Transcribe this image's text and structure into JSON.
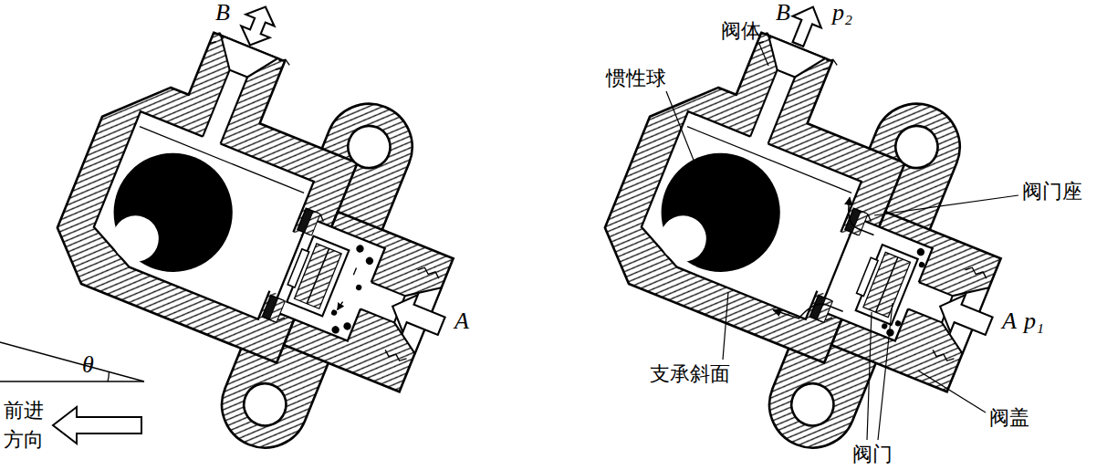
{
  "diagram": {
    "labels": [
      "B",
      "θ",
      "前进 方向",
      "A",
      "阀体",
      "B",
      "p₂",
      "惯性球",
      "阀门座",
      "支承斜面",
      "A",
      "p₁",
      "阀盖",
      "阀门"
    ]
  }
}
